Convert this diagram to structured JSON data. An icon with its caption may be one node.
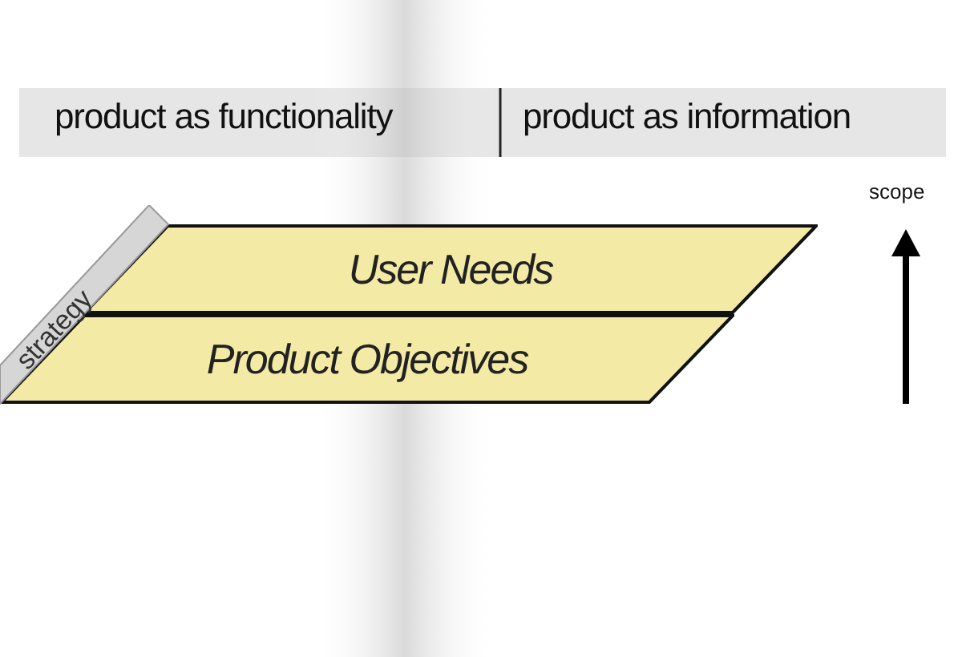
{
  "diagram": {
    "nodes": [
      {
        "text": [
          "strategy"
        ]
      },
      {
        "text": [
          "User Needs"
        ]
      },
      {
        "text": [
          "Product Objectives"
        ]
      }
    ],
    "labels": [
      "product as functionality",
      "product as information",
      "scope"
    ]
  }
}
